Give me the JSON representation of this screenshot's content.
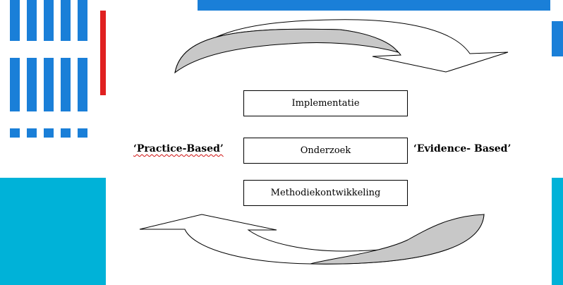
{
  "background": {
    "logo_blue": "#1a7fd8",
    "logo_red": "#e02020",
    "band_cyan": "#00b2d8"
  },
  "diagram": {
    "boxes": {
      "implementatie": "Implementatie",
      "onderzoek": "Onderzoek",
      "methodiekontwikkeling": "Methodiekontwikkeling"
    },
    "labels": {
      "left": "‘Practice-Based’",
      "right": "‘Evidence- Based’"
    },
    "arrow_fill": "#c8c8c8"
  }
}
